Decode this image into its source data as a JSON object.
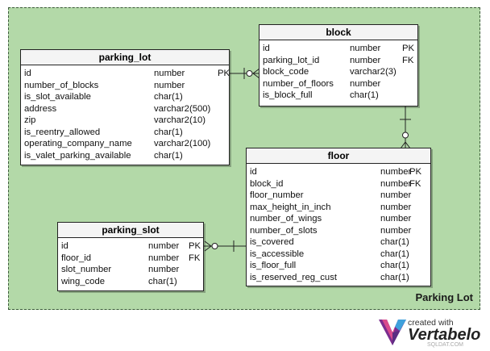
{
  "diagram": {
    "area_label": "Parking Lot",
    "tables": {
      "parking_lot": {
        "title": "parking_lot",
        "columns": [
          {
            "name": "id",
            "type": "number",
            "key": "PK"
          },
          {
            "name": "number_of_blocks",
            "type": "number",
            "key": ""
          },
          {
            "name": "is_slot_available",
            "type": "char(1)",
            "key": ""
          },
          {
            "name": "address",
            "type": "varchar2(500)",
            "key": ""
          },
          {
            "name": "zip",
            "type": "varchar2(10)",
            "key": ""
          },
          {
            "name": "is_reentry_allowed",
            "type": "char(1)",
            "key": ""
          },
          {
            "name": "operating_company_name",
            "type": "varchar2(100)",
            "key": ""
          },
          {
            "name": "is_valet_parking_available",
            "type": "char(1)",
            "key": ""
          }
        ]
      },
      "block": {
        "title": "block",
        "columns": [
          {
            "name": "id",
            "type": "number",
            "key": "PK"
          },
          {
            "name": "parking_lot_id",
            "type": "number",
            "key": "FK"
          },
          {
            "name": "block_code",
            "type": "varchar2(3)",
            "key": ""
          },
          {
            "name": "number_of_floors",
            "type": "number",
            "key": ""
          },
          {
            "name": "is_block_full",
            "type": "char(1)",
            "key": ""
          }
        ]
      },
      "floor": {
        "title": "floor",
        "columns": [
          {
            "name": "id",
            "type": "number",
            "key": "PK"
          },
          {
            "name": "block_id",
            "type": "number",
            "key": "FK"
          },
          {
            "name": "floor_number",
            "type": "number",
            "key": ""
          },
          {
            "name": "max_height_in_inch",
            "type": "number",
            "key": ""
          },
          {
            "name": "number_of_wings",
            "type": "number",
            "key": ""
          },
          {
            "name": "number_of_slots",
            "type": "number",
            "key": ""
          },
          {
            "name": "is_covered",
            "type": "char(1)",
            "key": ""
          },
          {
            "name": "is_accessible",
            "type": "char(1)",
            "key": ""
          },
          {
            "name": "is_floor_full",
            "type": "char(1)",
            "key": ""
          },
          {
            "name": "is_reserved_reg_cust",
            "type": "char(1)",
            "key": ""
          }
        ]
      },
      "parking_slot": {
        "title": "parking_slot",
        "columns": [
          {
            "name": "id",
            "type": "number",
            "key": "PK"
          },
          {
            "name": "floor_id",
            "type": "number",
            "key": "FK"
          },
          {
            "name": "slot_number",
            "type": "number",
            "key": ""
          },
          {
            "name": "wing_code",
            "type": "char(1)",
            "key": ""
          }
        ]
      }
    }
  },
  "branding": {
    "created_with": "created with",
    "name": "Vertabelo",
    "site": "SQLDAT.COM"
  }
}
